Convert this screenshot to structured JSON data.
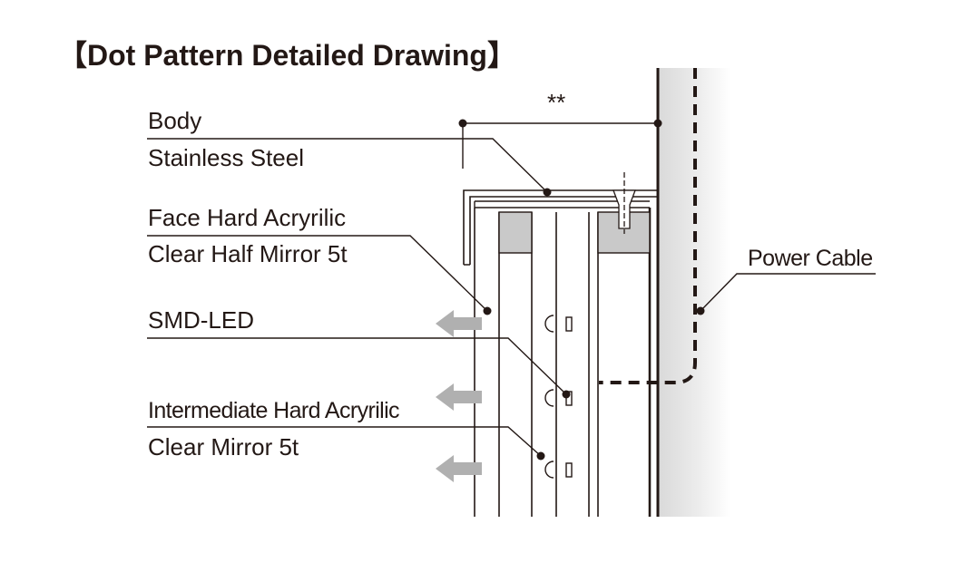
{
  "title": "【Dot Pattern Detailed Drawing】",
  "dimension_mark": "**",
  "labels": {
    "body": "Body",
    "body_material": "Stainless Steel",
    "face": "Face  Hard Acryrilic",
    "face_material": "Clear Half Mirror 5t",
    "led": "SMD-LED",
    "intermediate": "Intermediate  Hard Acryrilic",
    "intermediate_material": "Clear Mirror 5t",
    "power_cable": "Power Cable"
  },
  "colors": {
    "line": "#231815",
    "wall_fill": "#e6e6e6",
    "block_fill": "#c9c9c9",
    "arrow_fill": "#b0b0b0"
  }
}
